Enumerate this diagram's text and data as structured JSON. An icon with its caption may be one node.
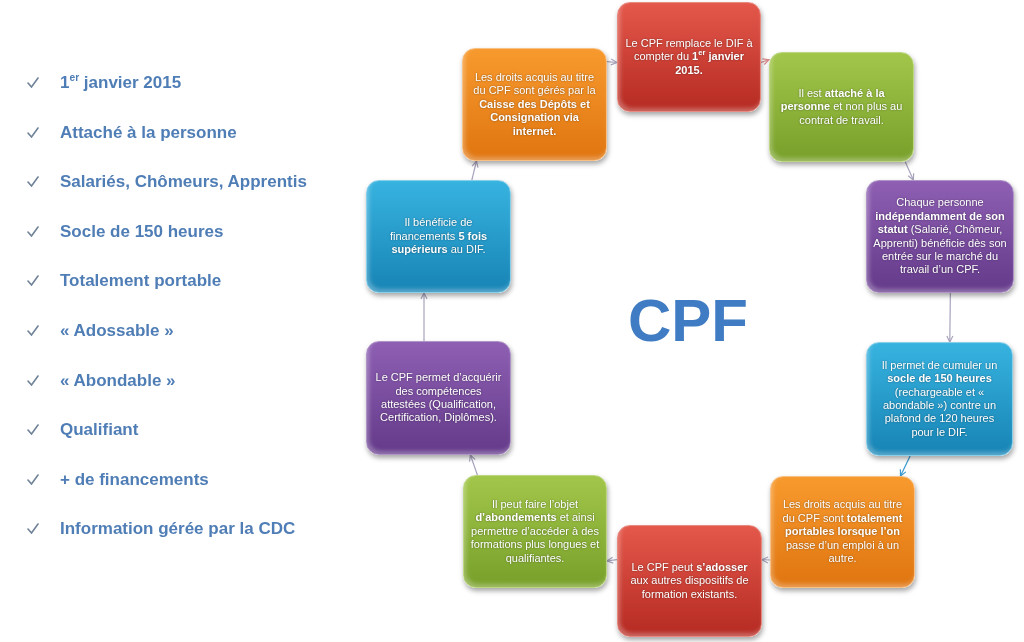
{
  "diagram": {
    "nodes": [
      {
        "text": [
          "Le CPF remplace le DIF à compter du **1$^{er}$ janvier 2015.**"
        ]
      },
      {
        "text": [
          "Il est **attaché à la personne** et non plus au contrat de travail."
        ]
      },
      {
        "text": [
          "Chaque personne **indépendamment de son statut** (Salarié, Chômeur, Apprenti) bénéficie dès son entrée sur le marché du travail d’un CPF."
        ]
      },
      {
        "text": [
          "Il permet de cumuler un **socle de 150 heures** (rechargeable et « abondable ») contre un plafond de 120 heures pour le DIF."
        ]
      },
      {
        "text": [
          "Les droits acquis au titre du CPF sont **totalement portables lorsque l’on** passe d’un emploi à un autre."
        ]
      },
      {
        "text": [
          "Le CPF peut **s’adosser** aux autres dispositifs de formation existants."
        ]
      },
      {
        "text": [
          "Il peut faire l’objet **d’abondements** et ainsi permettre d’accéder à des formations plus longues et qualifiantes."
        ]
      },
      {
        "text": [
          "Le CPF permet d’acquérir des compétences attestées (Qualification, Certification, Diplômes)."
        ]
      },
      {
        "text": [
          "Il bénéficie de financements **5 fois supérieurs** au DIF."
        ]
      },
      {
        "text": [
          "Les droits acquis au titre du CPF sont gérés par la **Caisse des Dépôts et Consignation via internet.**"
        ]
      }
    ],
    "edges": [
      {
        "from": 0,
        "to": 1,
        "arrow": "to",
        "color": "#d98a8a"
      },
      {
        "from": 1,
        "to": 2,
        "arrow": "to"
      },
      {
        "from": 2,
        "to": 3,
        "arrow": "to"
      },
      {
        "from": 3,
        "to": 4,
        "arrow": "to",
        "color": "#3a9ad0"
      },
      {
        "from": 4,
        "to": 5,
        "arrow": "to"
      },
      {
        "from": 5,
        "to": 6,
        "arrow": "to"
      },
      {
        "from": 6,
        "to": 7,
        "arrow": "to"
      },
      {
        "from": 7,
        "to": 8,
        "arrow": "to"
      },
      {
        "from": 8,
        "to": 9,
        "arrow": "to"
      },
      {
        "from": 9,
        "to": 0,
        "arrow": "to"
      }
    ],
    "labels": [
      "1$^{er}$ janvier 2015",
      "Attaché à la personne",
      "Salariés, Chômeurs, Apprentis",
      "Socle de 150 heures",
      "Totalement portable",
      "« Adossable »",
      "« Abondable »",
      "Qualifiant",
      "+ de financements",
      "Information gérée par la CDC",
      "CPF"
    ]
  }
}
